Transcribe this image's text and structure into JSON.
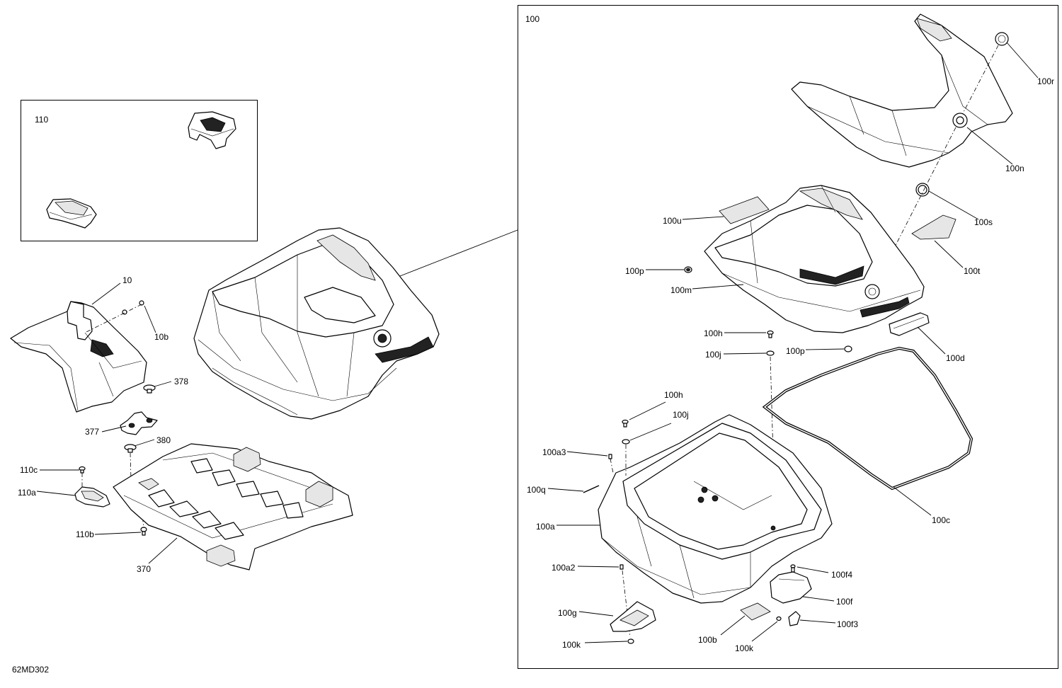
{
  "diagram": {
    "drawing_number": "62MD302",
    "insets": {
      "inset_110": "110",
      "inset_100": "100"
    },
    "callouts": {
      "c10": "10",
      "c10b": "10b",
      "c378": "378",
      "c377": "377",
      "c380": "380",
      "c110c": "110c",
      "c110a": "110a",
      "c110b": "110b",
      "c370": "370",
      "c100r": "100r",
      "c100n": "100n",
      "c100s": "100s",
      "c100u": "100u",
      "c100t": "100t",
      "c100p_1": "100p",
      "c100m": "100m",
      "c100h_1": "100h",
      "c100j_1": "100j",
      "c100p_2": "100p",
      "c100d": "100d",
      "c100h_2": "100h",
      "c100j_2": "100j",
      "c100a3": "100a3",
      "c100q": "100q",
      "c100a": "100a",
      "c100c": "100c",
      "c100a2": "100a2",
      "c100f4": "100f4",
      "c100f": "100f",
      "c100g": "100g",
      "c100f3": "100f3",
      "c100b": "100b",
      "c100k_1": "100k",
      "c100k_2": "100k"
    }
  }
}
